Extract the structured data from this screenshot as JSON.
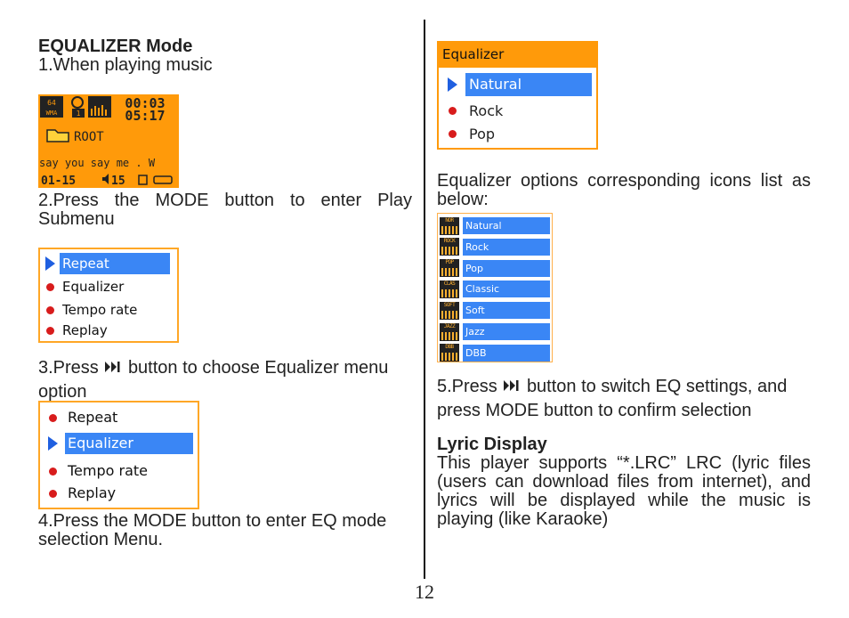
{
  "left": {
    "heading": "EQUALIZER Mode",
    "step1": "1.When playing music",
    "player": {
      "top_left": "64\nWMA",
      "time1": "00:03",
      "time2": "05:17",
      "folder": "ROOT",
      "lyric": "say you say me . W",
      "track": "01-15",
      "volume": "15"
    },
    "step2": "2.Press the MODE button to enter Play Submenu",
    "menu1": [
      "Repeat",
      "Equalizer",
      "Tempo rate",
      "Replay"
    ],
    "step3_pre": "3.Press",
    "step3_post": "button to choose Equalizer menu option",
    "menu2": [
      "Repeat",
      "Equalizer",
      "Tempo rate",
      "Replay"
    ],
    "step4": "4.Press the MODE button to enter EQ mode selection Menu."
  },
  "right": {
    "eq_menu": {
      "title": "Equalizer",
      "items": [
        "Natural",
        "Rock",
        "Pop"
      ]
    },
    "icons_text": "Equalizer options corresponding icons list as below:",
    "icon_list": [
      {
        "badge": "NOR",
        "label": "Natural"
      },
      {
        "badge": "ROCK",
        "label": "Rock"
      },
      {
        "badge": "POP",
        "label": "Pop"
      },
      {
        "badge": "CLAS",
        "label": "Classic"
      },
      {
        "badge": "SOFT",
        "label": "Soft"
      },
      {
        "badge": "JAZZ",
        "label": "Jazz"
      },
      {
        "badge": "DBB",
        "label": "DBB"
      }
    ],
    "step5_pre": "5.Press",
    "step5_post": "button to switch EQ settings, and press MODE button to confirm selection",
    "lyric_heading": "Lyric Display",
    "lyric_text": "This player supports “*.LRC” LRC (lyric files (users can download files from internet), and lyrics will be displayed while the music is playing (like Karaoke)"
  },
  "page_number": "12",
  "colors": {
    "lcd_orange": "#ff9a0a",
    "highlight_blue": "#3a86f5",
    "bullet_red": "#d81c1c",
    "arrow_blue": "#1f5fe0"
  }
}
